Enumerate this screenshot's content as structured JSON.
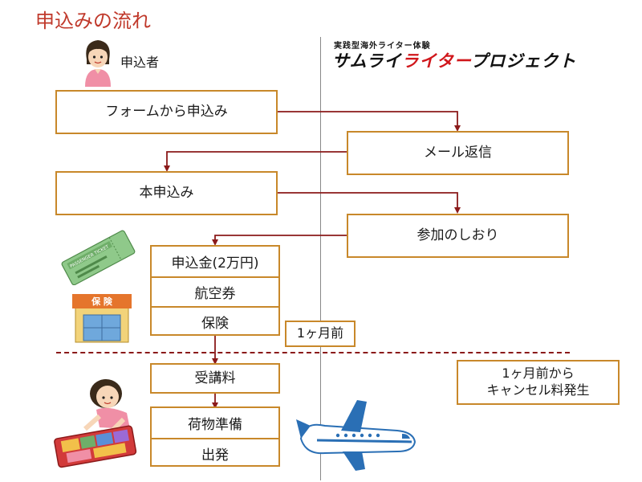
{
  "title": "申込みの流れ",
  "applicant_label": "申込者",
  "brand": {
    "subtitle": "実践型海外ライター体験",
    "name_part1": "サムライ",
    "name_part2": "ライター",
    "name_part3": "プロジェクト"
  },
  "steps": {
    "form": "フォームから申込み",
    "mail_reply": "メール返信",
    "main_application": "本申込み",
    "guide": "参加のしおり",
    "fee": "申込金(2万円)",
    "air_ticket": "航空券",
    "insurance": "保険",
    "one_month_before": "1ヶ月前",
    "tuition": "受講料",
    "packing": "荷物準備",
    "departure": "出発",
    "cancel_line1": "1ヶ月前から",
    "cancel_line2": "キャンセル料発生"
  },
  "illustrations": {
    "ticket_text": "PASSENGER TICKET",
    "insurance_sign": "保 険"
  },
  "colors": {
    "title": "#c0392b",
    "box_border": "#c8882a",
    "arrow": "#8b1a1a",
    "brand_red": "#d0161b"
  },
  "icons": [
    "person-icon",
    "ticket-icon",
    "insurance-building-icon",
    "packing-person-icon",
    "airplane-icon"
  ]
}
